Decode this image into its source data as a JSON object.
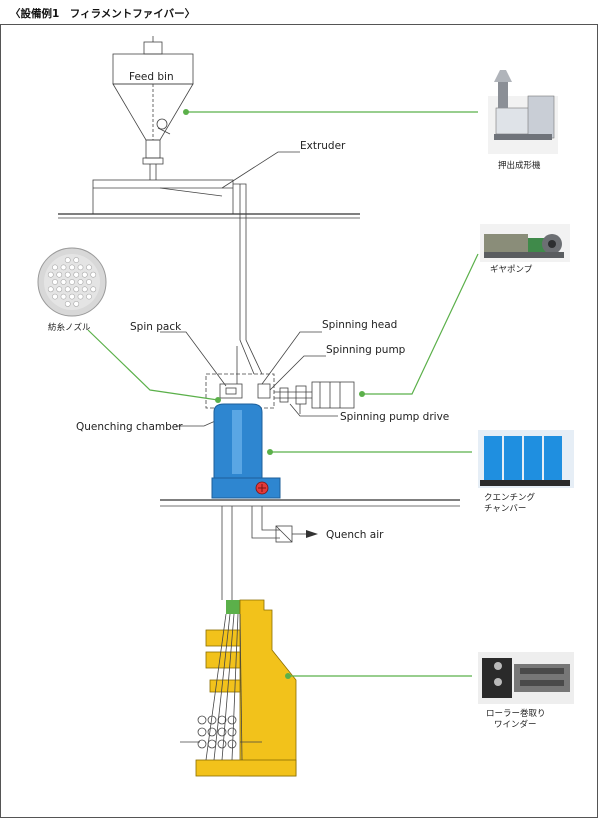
{
  "header": {
    "title": "〈設備例1　フィラメントファイバー〉"
  },
  "labels": {
    "feed_bin": "Feed bin",
    "extruder": "Extruder",
    "spin_pack": "Spin pack",
    "spinning_head": "Spinning head",
    "spinning_pump": "Spinning pump",
    "spinning_pump_drive": "Spinning pump drive",
    "quenching_chamber": "Quenching chamber",
    "quench_air": "Quench air"
  },
  "photos": {
    "extruder_machine": "押出成形機",
    "gear_pump": "ギヤポンプ",
    "nozzle": "紡糸ノズル",
    "quench_chamber_line1": "クエンチング",
    "quench_chamber_line2": "チャンバー",
    "winder_line1": "ローラー巻取り",
    "winder_line2": "ワインダー"
  },
  "colors": {
    "accent_green": "#5bb04a",
    "chamber_blue": "#2e86d0",
    "winder_yellow": "#f2c21b"
  }
}
